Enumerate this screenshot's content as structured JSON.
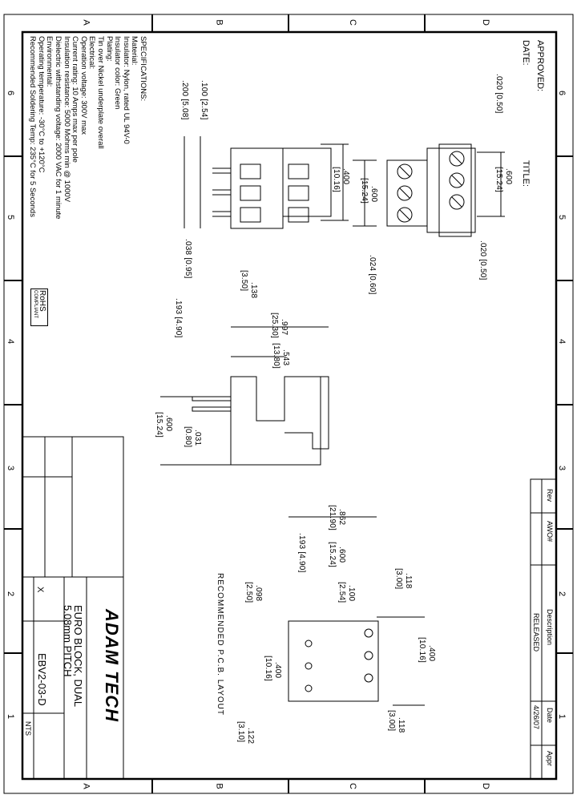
{
  "grid": {
    "letters": [
      "A",
      "B",
      "C",
      "D"
    ],
    "numbers": [
      "6",
      "5",
      "4",
      "3",
      "2",
      "1"
    ]
  },
  "header": {
    "approved": "APPROVED:",
    "date": "DATE:",
    "title": "TITLE:"
  },
  "specifications": {
    "heading": "SPECIFICATIONS:",
    "lines": [
      "Material:",
      "Insulator: Nylon, rated UL 94V-0",
      "Insulator color: Green",
      "Plating:",
      "Tin over Nickel underplate overall",
      "Electrical:",
      "Operation voltage: 300V max",
      "Current rating: 10 Amps max per pole",
      "Insulation resistance: 5000 Mohms min @ 1000V",
      "Dielectric withstanding voltage: 2000 VAC for 1 minute",
      "Environmental:",
      "Operating temperature: -30°C to +120°C",
      "Recommended Soldering Temp: 235°C for 5 Seconds"
    ],
    "rohs_top": "RoHS",
    "rohs_bottom": "COMPLIANT"
  },
  "dimensions": {
    "d020a": ".020 [0.50]",
    "d600a": ".600",
    "d600a_mm": "[15.24]",
    "d400a": ".400",
    "d400a_mm": "[10.16]",
    "d600b": ".600",
    "d600b_mm": "[15.24]",
    "d020b": ".020 [0.50]",
    "d024": ".024 [0.60]",
    "d100": ".100 [2.54]",
    "d200": ".200 [5.08]",
    "d038": ".038 [0.95]",
    "d138": ".138",
    "d138_mm": "[3.50]",
    "d997": ".997",
    "d997_mm": "[25.30]",
    "d543": ".543",
    "d543_mm": "[13.80]",
    "d193a": ".193 [4.90]",
    "d031": ".031",
    "d031_mm": "[0.80]",
    "d600c": ".600",
    "d600c_mm": "[15.24]",
    "d862": ".862",
    "d862_mm": "[21.90]",
    "d600d": ".600",
    "d600d_mm": "[15.24]",
    "d193b": ".193 [4.90]",
    "d100b": ".100",
    "d100b_mm": "[2.54]",
    "d118a": ".118",
    "d118a_mm": "[3.00]",
    "d098": ".098",
    "d098_mm": "[2.50]",
    "d400b": ".400",
    "d400b_mm": "[10.16]",
    "d400c": ".400",
    "d400c_mm": "[10.16]",
    "d118b": ".118",
    "d118b_mm": "[3.00]",
    "d122": ".122",
    "d122_mm": "[3.10]",
    "pcb_caption": "RECOMMENDED P.C.B. LAYOUT"
  },
  "revision_table": {
    "headers": [
      "Rev",
      "AWO#",
      "Description",
      "Date",
      "Appr"
    ],
    "row": {
      "description": "RELEASED",
      "date": "4/26/07"
    }
  },
  "title_block": {
    "brand": "ADAM TECH",
    "title_line1": "EURO BLOCK, DUAL",
    "title_line2": "5.08mm PITCH",
    "part_no": "EBV2-03-D",
    "check": "X",
    "scale": "NTS"
  }
}
